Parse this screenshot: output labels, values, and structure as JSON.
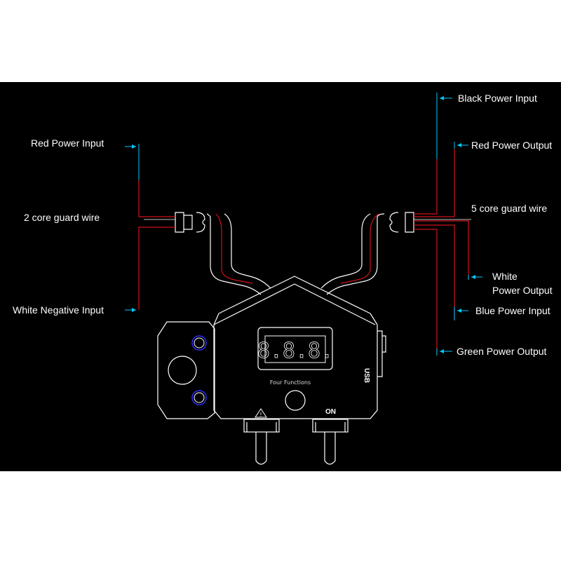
{
  "labels": {
    "red_power_input": "Red  Power Input",
    "two_core_guard_wire": "2 core guard wire",
    "white_negative_input": "White  Negative Input",
    "black_power_input": "Black   Power Input",
    "red_power_output": "Red Power Output",
    "five_core_guard_wire": "5 core guard wire",
    "white_power_output_line1": "White",
    "white_power_output_line2": "Power Output",
    "blue_power_input": "Blue Power Input",
    "green_power_output": "Green Power Output"
  },
  "device": {
    "display_digits": "8.8.8.",
    "function_label": "Four Functions",
    "on_label": "ON",
    "usb_label": "USB",
    "warning_symbol": "!"
  },
  "colors": {
    "background": "#000000",
    "outline": "#ffffff",
    "wire_red": "#d0121b",
    "leader_cyan": "#00c8ff",
    "ring_blue": "#3030ff"
  }
}
